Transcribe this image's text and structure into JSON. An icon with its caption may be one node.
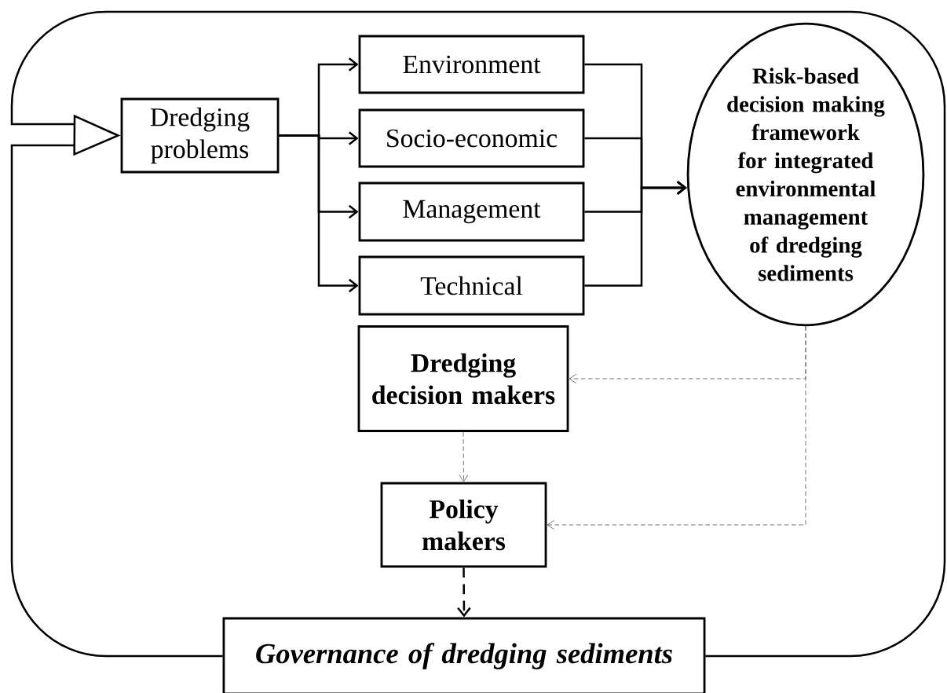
{
  "diagram": {
    "nodes": [
      {
        "text": [
          "Dredging problems"
        ]
      },
      {
        "text": [
          "Environment"
        ]
      },
      {
        "text": [
          "Socio-economic"
        ]
      },
      {
        "text": [
          "Management"
        ]
      },
      {
        "text": [
          "Technical"
        ]
      },
      {
        "text": [
          "Risk-based decision making framework for integrated environmental management of dredging sediments"
        ]
      },
      {
        "text": [
          "Dredging decision makers"
        ]
      },
      {
        "text": [
          "Policy makers"
        ]
      },
      {
        "text": [
          "Governance of dredging sediments"
        ]
      }
    ],
    "edges": [
      {
        "from": 8,
        "to": 0,
        "arrow": "to"
      },
      {
        "from": 0,
        "to": 1,
        "arrow": "to"
      },
      {
        "from": 0,
        "to": 2,
        "arrow": "to"
      },
      {
        "from": 0,
        "to": 3,
        "arrow": "to"
      },
      {
        "from": 0,
        "to": 4,
        "arrow": "to"
      },
      {
        "from": 1,
        "to": 5,
        "arrow": "to"
      },
      {
        "from": 2,
        "to": 5,
        "arrow": "to"
      },
      {
        "from": 3,
        "to": 5,
        "arrow": "to"
      },
      {
        "from": 4,
        "to": 5,
        "arrow": "to"
      },
      {
        "from": 5,
        "to": 6,
        "arrow": "to",
        "style": "dashed",
        "color": "#595959"
      },
      {
        "from": 5,
        "to": 7,
        "arrow": "to",
        "style": "dashed",
        "color": "#595959"
      },
      {
        "from": 6,
        "to": 7,
        "arrow": "to",
        "style": "dashed",
        "color": "#595959"
      },
      {
        "from": 7,
        "to": 8,
        "arrow": "to",
        "style": "dashed"
      }
    ]
  }
}
